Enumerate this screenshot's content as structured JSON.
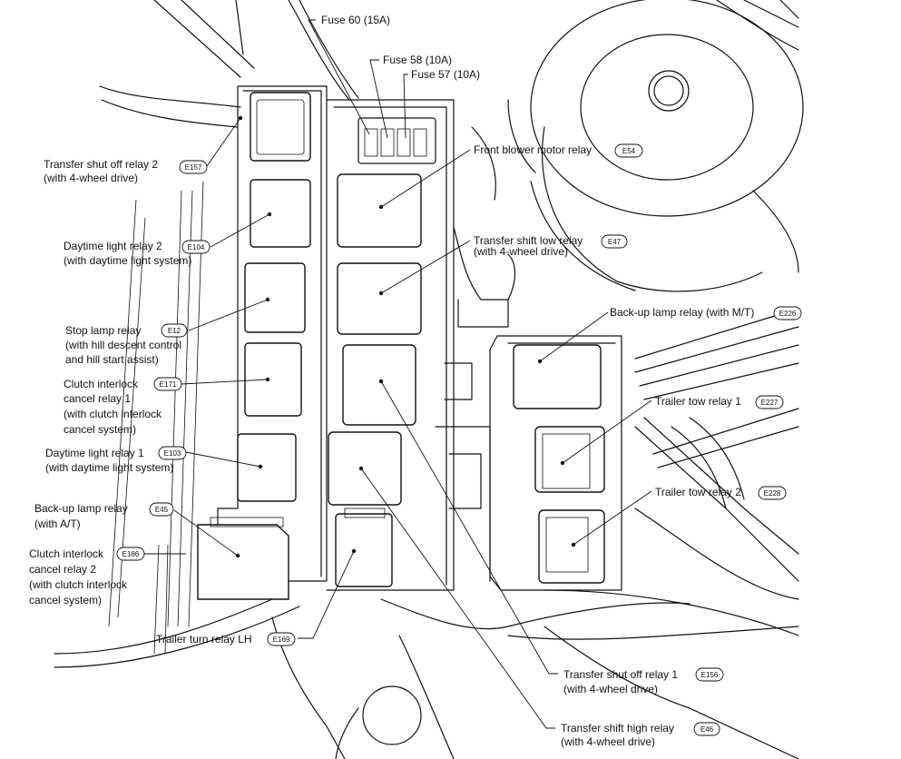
{
  "labels": {
    "fuse60": "Fuse 60 (15A)",
    "fuse58": "Fuse 58 (10A)",
    "fuse57": "Fuse 57 (10A)",
    "front_blower": "Front blower motor relay",
    "front_blower_code": "E54",
    "transfer_shutoff2_l1": "Transfer shut off relay 2",
    "transfer_shutoff2_l2": "(with 4-wheel drive)",
    "transfer_shutoff2_code": "E157",
    "daytime2_l1": "Daytime light relay 2",
    "daytime2_l2": "(with daytime light system)",
    "daytime2_code": "E104",
    "transfer_low_l1": "Transfer shift low relay",
    "transfer_low_l2": "(with 4-wheel drive)",
    "transfer_low_code": "E47",
    "backup_mt": "Back-up lamp relay (with M/T)",
    "backup_mt_code": "E226",
    "stop_l1": "Stop lamp relay",
    "stop_l2": "(with hill descent control",
    "stop_l3": "and hill start assist)",
    "stop_code": "E12",
    "clutch1_l1": "Clutch interlock",
    "clutch1_l2": "cancel relay 1",
    "clutch1_l3": "(with clutch interlock",
    "clutch1_l4": "cancel system)",
    "clutch1_code": "E171",
    "trailer_tow1": "Trailer tow relay 1",
    "trailer_tow1_code": "E227",
    "daytime1_l1": "Daytime light relay 1",
    "daytime1_l2": "(with daytime light system)",
    "daytime1_code": "E103",
    "trailer_tow2": "Trailer tow relay 2",
    "trailer_tow2_code": "E228",
    "backup_at_l1": "Back-up lamp relay",
    "backup_at_l2": "(with A/T)",
    "backup_at_code": "E45",
    "clutch2_l1": "Clutch interlock",
    "clutch2_l2": "cancel relay 2",
    "clutch2_l3": "(with clutch interlock",
    "clutch2_l4": "cancel system)",
    "clutch2_code": "E186",
    "trailer_turn": "Trailer turn relay LH",
    "trailer_turn_code": "E169",
    "transfer_shutoff1_l1": "Transfer shut off relay 1",
    "transfer_shutoff1_l2": "(with 4-wheel drive)",
    "transfer_shutoff1_code": "E156",
    "transfer_high_l1": "Transfer shift high relay",
    "transfer_high_l2": "(with 4-wheel drive)",
    "transfer_high_code": "E46"
  }
}
